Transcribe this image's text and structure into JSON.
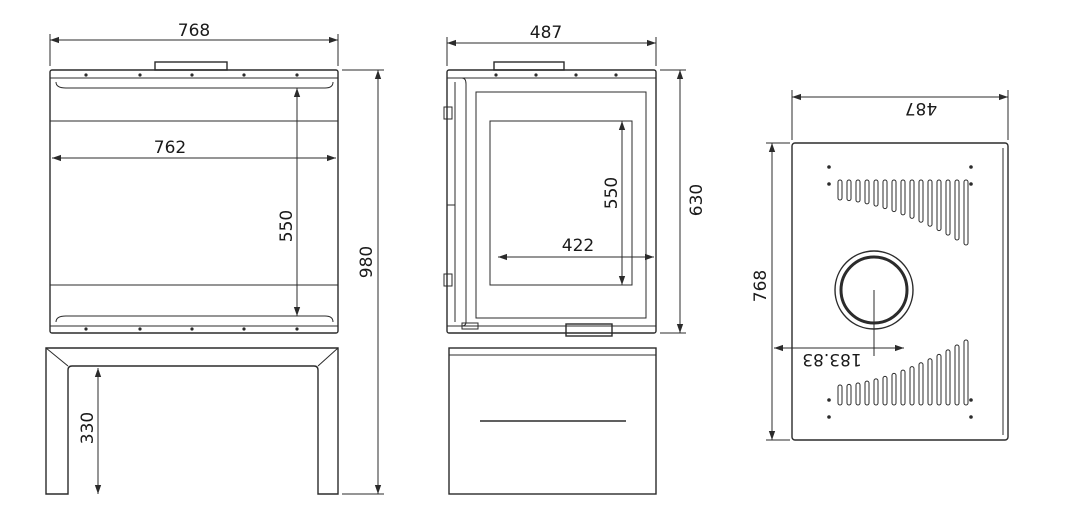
{
  "front_view": {
    "width_label": "768",
    "inner_width_label": "762",
    "window_height_label": "550",
    "total_height_label": "980",
    "leg_height_label": "330"
  },
  "side_view": {
    "depth_label": "487",
    "window_height_label": "550",
    "window_width_label": "422",
    "body_height_label": "630"
  },
  "top_view": {
    "depth_label": "487",
    "width_label": "768",
    "flue_offset_label": "183.83"
  }
}
